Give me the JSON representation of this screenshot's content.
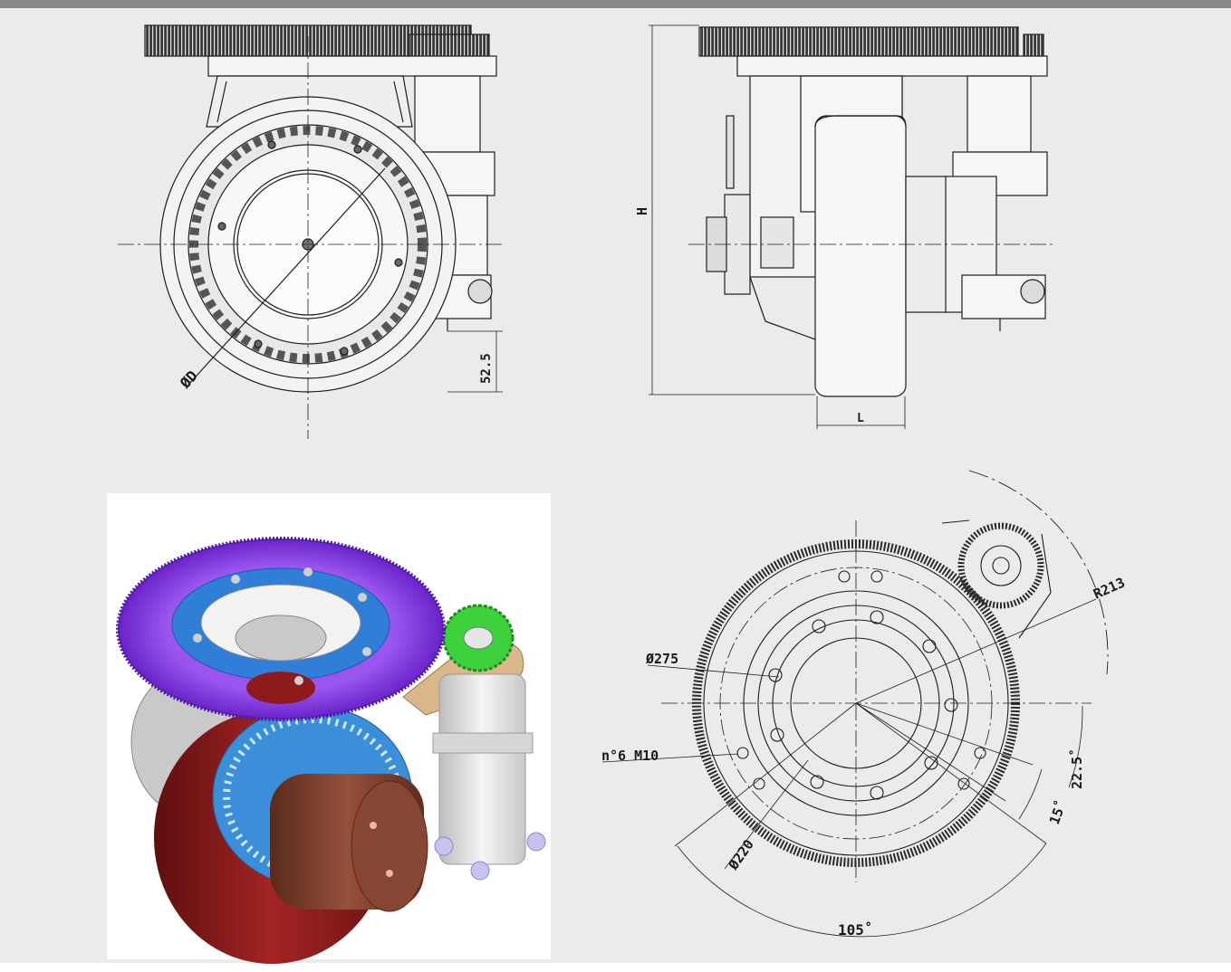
{
  "colors": {
    "background": "#ebebeb",
    "line": "#1e1e1e",
    "ring_gear": "#8a3fe0",
    "pinion_gear": "#3ed13e",
    "wheel_tread": "#8e1b1b",
    "hub": "#3a8fd8",
    "motor": "#7a3b2a",
    "arm": "#d9b78a",
    "steering_column": "#e6e6e6"
  },
  "front_view": {
    "label_diameter": "ØD",
    "label_offset": "52.5"
  },
  "side_view": {
    "label_height": "H",
    "label_length": "L"
  },
  "bottom_view": {
    "label_ring": "Ø275",
    "label_bolts": "n°6  M10",
    "label_pcd": "Ø220",
    "label_radius": "R213",
    "label_angle_small": "22.5˚",
    "label_angle_15": "15˚",
    "label_angle_105": "105˚"
  }
}
